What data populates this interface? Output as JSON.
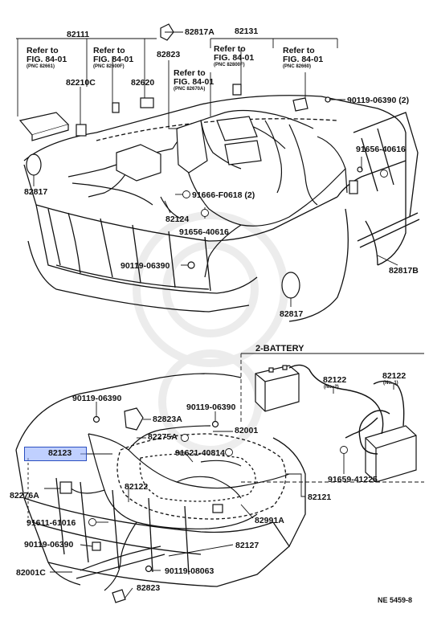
{
  "top_labels": [
    {
      "id": "82111",
      "text": "82111"
    },
    {
      "id": "82817A_top",
      "text": "82817A"
    },
    {
      "id": "82131",
      "text": "82131"
    },
    {
      "id": "82823_top",
      "text": "82823"
    },
    {
      "id": "82210C",
      "text": "82210C"
    },
    {
      "id": "82620",
      "text": "82620"
    },
    {
      "id": "90119_06390_2",
      "text": "90119-06390 (2)"
    },
    {
      "id": "91656_40616_r",
      "text": "91656-40616"
    },
    {
      "id": "82817_left",
      "text": "82817"
    },
    {
      "id": "91666_F0618",
      "text": "91666-F0618 (2)"
    },
    {
      "id": "82124",
      "text": "82124"
    },
    {
      "id": "91656_40616_c",
      "text": "91656-40616"
    },
    {
      "id": "90119_06390_mid",
      "text": "90119-06390"
    },
    {
      "id": "82817B",
      "text": "82817B"
    },
    {
      "id": "82817_mid",
      "text": "82817"
    }
  ],
  "refer_boxes": [
    {
      "id": "ref1",
      "line1": "Refer to",
      "line2": "FIG. 84-01",
      "line3": "(PNC 82661)"
    },
    {
      "id": "ref2",
      "line1": "Refer to",
      "line2": "FIG. 84-01",
      "line3": "(PNC 82600F)"
    },
    {
      "id": "ref3",
      "line1": "Refer to",
      "line2": "FIG. 84-01",
      "line3": "(PNC 82800F)"
    },
    {
      "id": "ref4",
      "line1": "Refer to",
      "line2": "FIG. 84-01",
      "line3": "(PNC 82660)"
    },
    {
      "id": "ref5",
      "line1": "Refer to",
      "line2": "FIG. 84-01",
      "line3": "(PNC 82670A)"
    }
  ],
  "battery_section": {
    "title": "2-BATTERY",
    "labels": [
      {
        "id": "82122_no2",
        "text": "82122",
        "sub": "(No. 2)"
      },
      {
        "id": "82122_no1",
        "text": "82122",
        "sub": "(No. 1)"
      },
      {
        "id": "91659_41225",
        "text": "91659-41225"
      }
    ]
  },
  "bottom_labels": [
    {
      "id": "90119_06390_b1",
      "text": "90119-06390"
    },
    {
      "id": "82823A",
      "text": "82823A"
    },
    {
      "id": "90119_06390_b2",
      "text": "90119-06390"
    },
    {
      "id": "82275A",
      "text": "82275A"
    },
    {
      "id": "82001",
      "text": "82001"
    },
    {
      "id": "82123",
      "text": "82123"
    },
    {
      "id": "91621_40814",
      "text": "91621-40814"
    },
    {
      "id": "82276A",
      "text": "82276A"
    },
    {
      "id": "82122_b",
      "text": "82122"
    },
    {
      "id": "82121",
      "text": "82121"
    },
    {
      "id": "91611_61016",
      "text": "91611-61016"
    },
    {
      "id": "82991A",
      "text": "82991A"
    },
    {
      "id": "90119_06390_b3",
      "text": "90119-06390"
    },
    {
      "id": "82127",
      "text": "82127"
    },
    {
      "id": "82001C",
      "text": "82001C"
    },
    {
      "id": "90119_08063",
      "text": "90119-08063"
    },
    {
      "id": "82823_b",
      "text": "82823"
    }
  ],
  "figure_code": "NE 5459-8",
  "highlighted_part": "82123",
  "colors": {
    "ink": "#111111",
    "highlight": "#8caaff",
    "highlight_border": "#2b4fbf"
  }
}
